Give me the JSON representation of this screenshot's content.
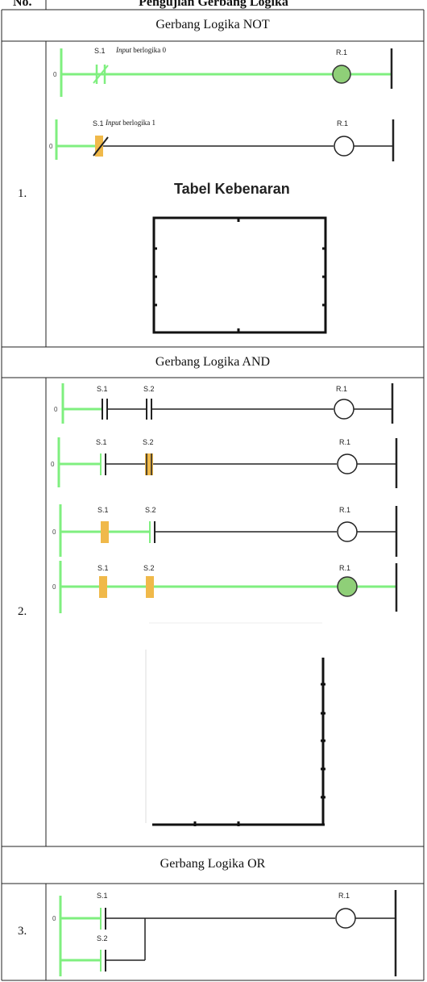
{
  "table_header": {
    "no": "No.",
    "title": "Pengujian Gerbang Logika"
  },
  "rows": [
    {
      "number": "1.",
      "section": "Gerbang Logika NOT"
    },
    {
      "number": "2.",
      "section": "Gerbang Logika AND"
    },
    {
      "number": "3.",
      "section": "Gerbang Logika OR"
    }
  ],
  "ladder": {
    "rail_zero": "0",
    "switch_1": "S.1",
    "switch_2": "S.2",
    "output_1": "R.1",
    "not_input_0": {
      "word": "Input",
      "rest": " berlogika 0"
    },
    "not_input_1": {
      "word": "Input",
      "rest": " berlogika 1"
    }
  },
  "truth_table_title": "Tabel Kebenaran",
  "colors": {
    "active_wire": "#7fef7f",
    "coil_on": "#8fcf78",
    "contact_on": "#f0b94a",
    "wire": "#222222"
  }
}
